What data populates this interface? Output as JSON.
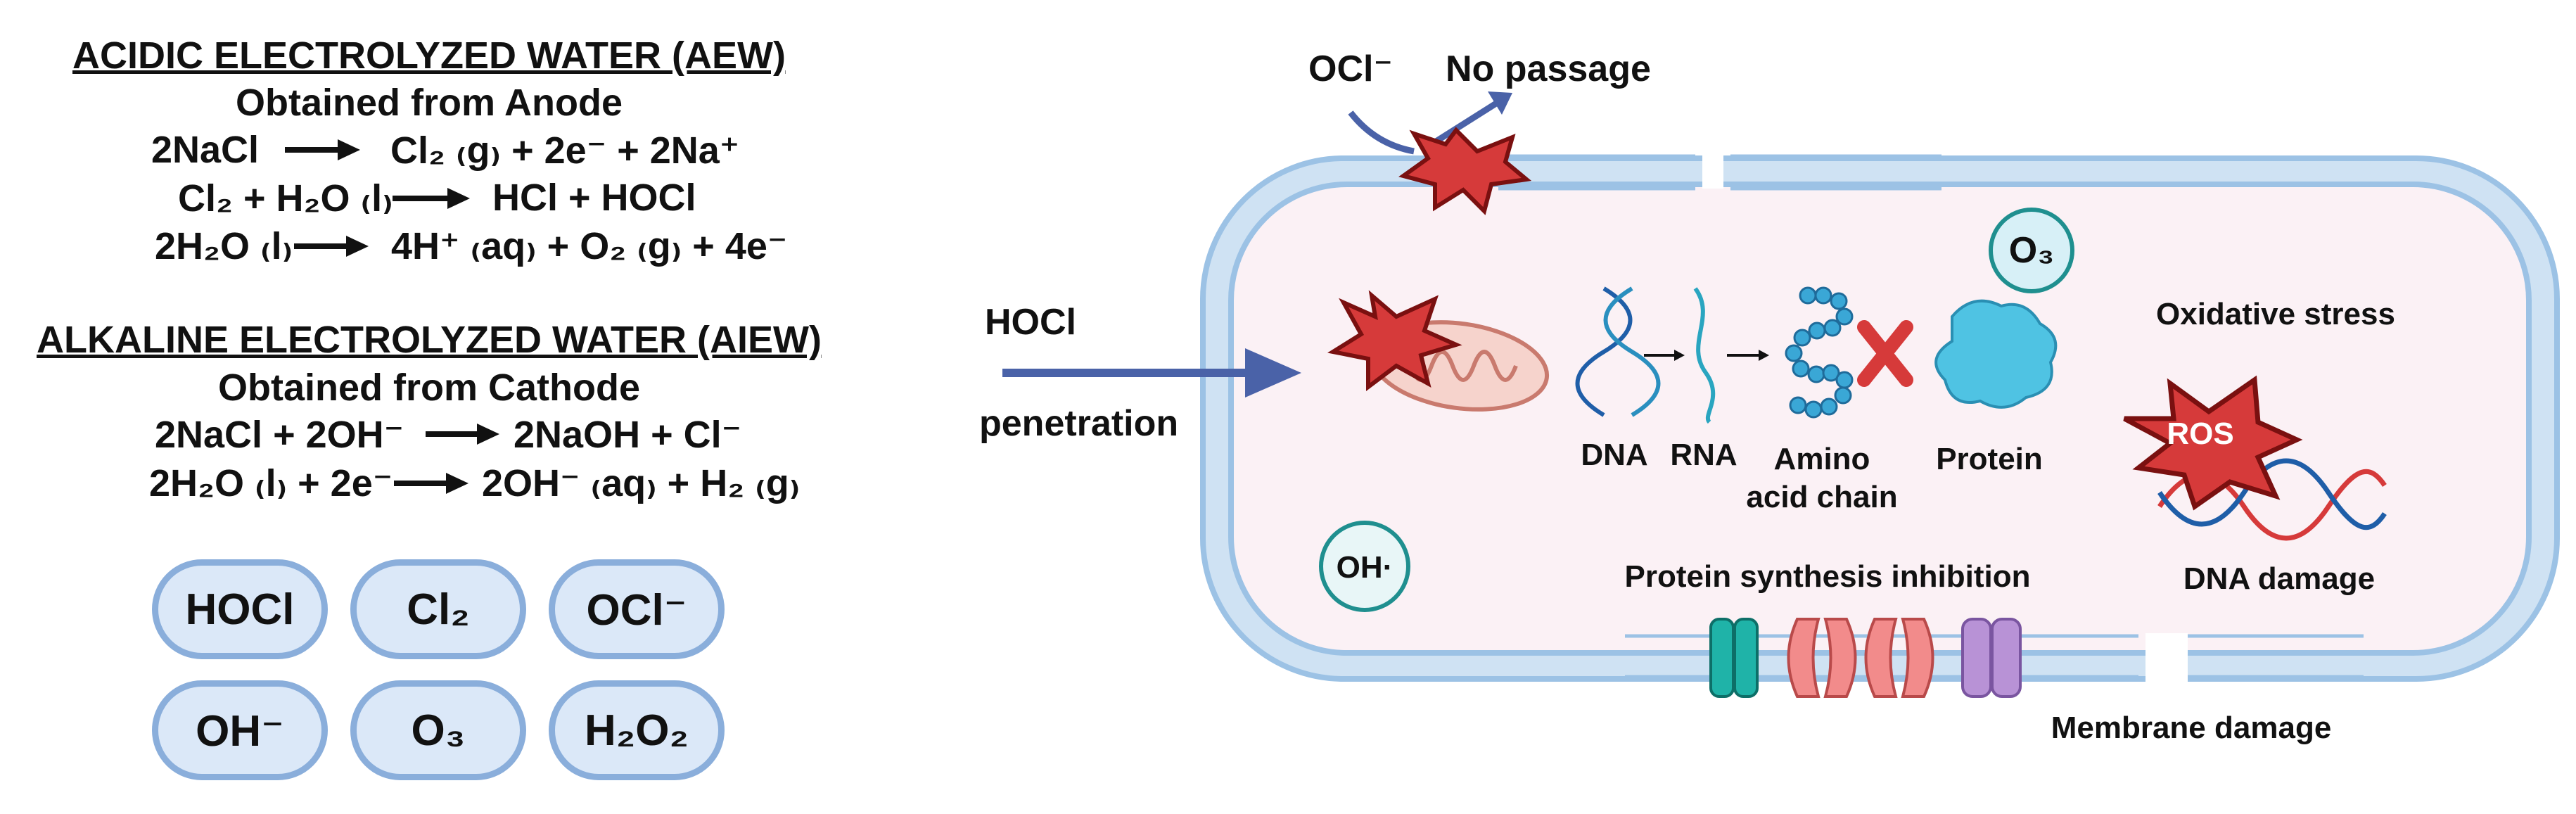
{
  "left": {
    "aew": {
      "heading": "ACIDIC ELECTROLYZED WATER (AEW)",
      "source": "Obtained from Anode",
      "eq1_left": "2NaCl",
      "eq1_right": "Cl₂ ₍g₎ + 2e⁻ + 2Na⁺",
      "eq2_left": "Cl₂ + H₂O ₍l₎",
      "eq2_right": "HCl + HOCl",
      "eq3_left": "2H₂O ₍l₎",
      "eq3_right": "4H⁺ ₍aq₎ + O₂ ₍g₎ + 4e⁻"
    },
    "aiew": {
      "heading": "ALKALINE ELECTROLYZED WATER (AIEW)",
      "source": "Obtained from Cathode",
      "eq1_left": "2NaCl + 2OH⁻",
      "eq1_right": "2NaOH + Cl⁻",
      "eq2_left": "2H₂O ₍l₎ + 2e⁻",
      "eq2_right": "2OH⁻ ₍aq₎ + H₂ ₍g₎"
    },
    "ions": [
      "HOCl",
      "Cl₂",
      "OCl⁻",
      "OH⁻",
      "O₃",
      "H₂O₂"
    ]
  },
  "right": {
    "ocl_label": "OCl⁻",
    "no_passage": "No passage",
    "hocl_label": "HOCl",
    "penetration": "penetration",
    "o3_label": "O₃",
    "oxidative_stress": "Oxidative stress",
    "ros_label": "ROS",
    "dna": "DNA",
    "rna": "RNA",
    "amino_line1": "Amino",
    "amino_line2": "acid chain",
    "protein": "Protein",
    "oh_label": "OH·",
    "protein_synthesis": "Protein synthesis inhibition",
    "dna_damage": "DNA damage",
    "membrane_damage": "Membrane damage"
  },
  "colors": {
    "membrane_fill": "#cfe2f3",
    "membrane_stroke": "#9cc2e5",
    "cytoplasm": "#fbf1f5",
    "arrow_blue": "#4a62a8",
    "burst_red": "#d63a3a",
    "teal": "#1f8f8f"
  }
}
